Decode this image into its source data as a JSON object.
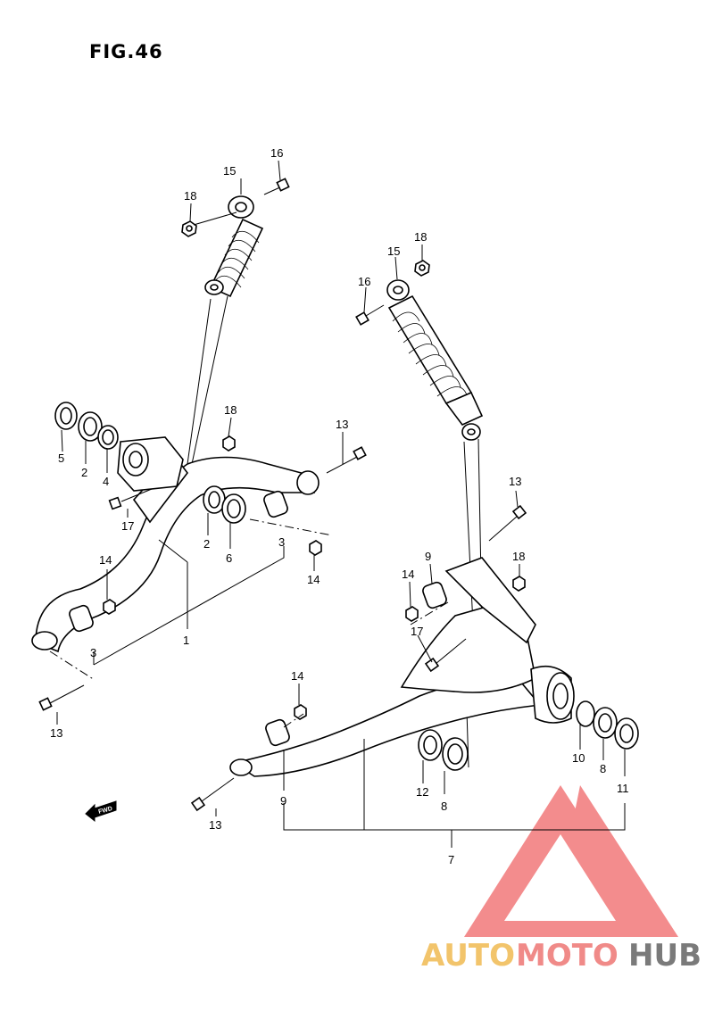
{
  "figure": {
    "title": "FIG.46"
  },
  "callouts": [
    {
      "id": "c15a",
      "text": "15"
    },
    {
      "id": "c16a",
      "text": "16"
    },
    {
      "id": "c18a",
      "text": "18"
    },
    {
      "id": "c15b",
      "text": "15"
    },
    {
      "id": "c18b",
      "text": "18"
    },
    {
      "id": "c16b",
      "text": "16"
    },
    {
      "id": "c18c",
      "text": "18"
    },
    {
      "id": "c13a",
      "text": "13"
    },
    {
      "id": "c5",
      "text": "5"
    },
    {
      "id": "c2a",
      "text": "2"
    },
    {
      "id": "c4",
      "text": "4"
    },
    {
      "id": "c17a",
      "text": "17"
    },
    {
      "id": "c2b",
      "text": "2"
    },
    {
      "id": "c6",
      "text": "6"
    },
    {
      "id": "c3a",
      "text": "3"
    },
    {
      "id": "c14a",
      "text": "14"
    },
    {
      "id": "c14b",
      "text": "14"
    },
    {
      "id": "c3b",
      "text": "3"
    },
    {
      "id": "c1",
      "text": "1"
    },
    {
      "id": "c13b",
      "text": "13"
    },
    {
      "id": "c13c",
      "text": "13"
    },
    {
      "id": "c9a",
      "text": "9"
    },
    {
      "id": "c18d",
      "text": "18"
    },
    {
      "id": "c14c",
      "text": "14"
    },
    {
      "id": "c17b",
      "text": "17"
    },
    {
      "id": "c14d",
      "text": "14"
    },
    {
      "id": "c10",
      "text": "10"
    },
    {
      "id": "c8a",
      "text": "8"
    },
    {
      "id": "c11",
      "text": "11"
    },
    {
      "id": "c12",
      "text": "12"
    },
    {
      "id": "c8b",
      "text": "8"
    },
    {
      "id": "c9b",
      "text": "9"
    },
    {
      "id": "c13d",
      "text": "13"
    },
    {
      "id": "c7",
      "text": "7"
    }
  ],
  "direction_tag": "FWD",
  "watermark": {
    "part1": "AUTO",
    "part2": "MOTO",
    "part3": "HUB",
    "colors": {
      "auto": "#f2c46b",
      "moto": "#f08a88",
      "hub": "#7a7a7a",
      "triangle": "#f2797a"
    }
  }
}
